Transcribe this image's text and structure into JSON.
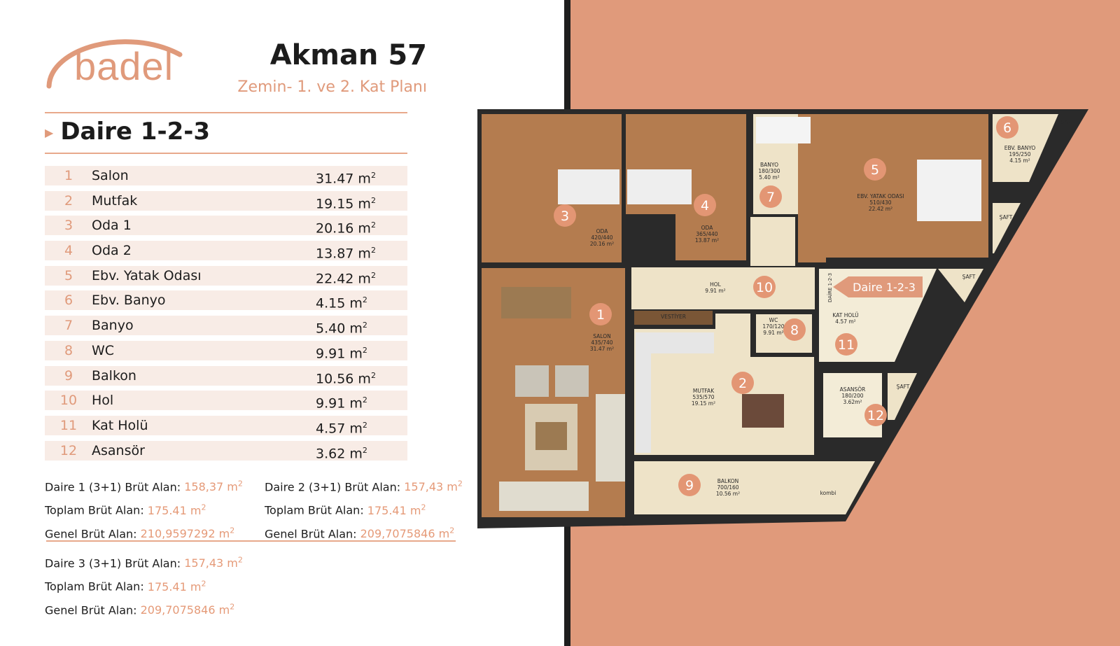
{
  "brand": {
    "logo_text": "badel",
    "color": "#E09A7B"
  },
  "header": {
    "title": "Akman 57",
    "subtitle": "Zemin- 1. ve 2. Kat Planı"
  },
  "section_title": "Daire 1-2-3",
  "rooms": [
    {
      "no": "1",
      "name": "Salon",
      "area": "31.47 m",
      "unit_sup": "2"
    },
    {
      "no": "2",
      "name": "Mutfak",
      "area": "19.15 m",
      "unit_sup": "2"
    },
    {
      "no": "3",
      "name": "Oda 1",
      "area": "20.16 m",
      "unit_sup": "2"
    },
    {
      "no": "4",
      "name": "Oda 2",
      "area": "13.87 m",
      "unit_sup": "2"
    },
    {
      "no": "5",
      "name": "Ebv. Yatak Odası",
      "area": "22.42 m",
      "unit_sup": "2"
    },
    {
      "no": "6",
      "name": "Ebv. Banyo",
      "area": "4.15 m",
      "unit_sup": "2"
    },
    {
      "no": "7",
      "name": "Banyo",
      "area": "5.40 m",
      "unit_sup": "2"
    },
    {
      "no": "8",
      "name": "WC",
      "area": "9.91 m",
      "unit_sup": "2"
    },
    {
      "no": "9",
      "name": "Balkon",
      "area": "10.56 m",
      "unit_sup": "2"
    },
    {
      "no": "10",
      "name": "Hol",
      "area": "9.91 m",
      "unit_sup": "2"
    },
    {
      "no": "11",
      "name": "Kat Holü",
      "area": "4.57 m",
      "unit_sup": "2"
    },
    {
      "no": "12",
      "name": "Asansör",
      "area": "3.62 m",
      "unit_sup": "2"
    }
  ],
  "summaries": [
    {
      "lines": [
        {
          "label": "Daire 1 (3+1) Brüt Alan: ",
          "value": "158,37 m"
        },
        {
          "label": "Toplam Brüt Alan: ",
          "value": "175.41 m"
        },
        {
          "label": "Genel Brüt Alan: ",
          "value": "210,9597292 m"
        }
      ]
    },
    {
      "lines": [
        {
          "label": "Daire 2 (3+1) Brüt Alan: ",
          "value": "157,43 m"
        },
        {
          "label": "Toplam Brüt Alan: ",
          "value": "175.41 m"
        },
        {
          "label": "Genel Brüt Alan: ",
          "value": "209,7075846 m"
        }
      ]
    },
    {
      "lines": [
        {
          "label": "Daire 3 (3+1) Brüt Alan: ",
          "value": "157,43 m"
        },
        {
          "label": "Toplam Brüt Alan: ",
          "value": "175.41 m"
        },
        {
          "label": "Genel Brüt Alan: ",
          "value": "209,7075846 m"
        }
      ]
    }
  ],
  "plan": {
    "entrance_tag": "Daire 1-2-3",
    "door_label": "DAİRE 1-2-3",
    "labels": {
      "oda1": [
        "ODA",
        "420/440",
        "20.16 m²"
      ],
      "oda2": [
        "ODA",
        "365/440",
        "13.87 m²"
      ],
      "banyo": [
        "BANYO",
        "180/300",
        "5.40 m²"
      ],
      "yatak": [
        "EBV. YATAK ODASI",
        "510/430",
        "22.42 m²"
      ],
      "ebvbanyo": [
        "EBV. BANYO",
        "195/250",
        "4.15 m²"
      ],
      "hol": [
        "HOL",
        "9.91 m²"
      ],
      "salon": [
        "SALON",
        "435/740",
        "31.47 m²"
      ],
      "vestiyer": "VESTİYER",
      "wc": [
        "WC",
        "170/120",
        "9.91 m²"
      ],
      "katholu": [
        "KAT HOLÜ",
        "4.57 m²"
      ],
      "mutfak": [
        "MUTFAK",
        "535/570",
        "19.15 m²"
      ],
      "asansor": [
        "ASANSÖR",
        "180/200",
        "3.62m²"
      ],
      "balkon": [
        "BALKON",
        "700/160",
        "10.56 m²"
      ],
      "saft": "ŞAFT",
      "kombi": "kombi"
    },
    "markers": [
      "1",
      "2",
      "3",
      "4",
      "5",
      "6",
      "7",
      "8",
      "9",
      "10",
      "11",
      "12"
    ]
  }
}
